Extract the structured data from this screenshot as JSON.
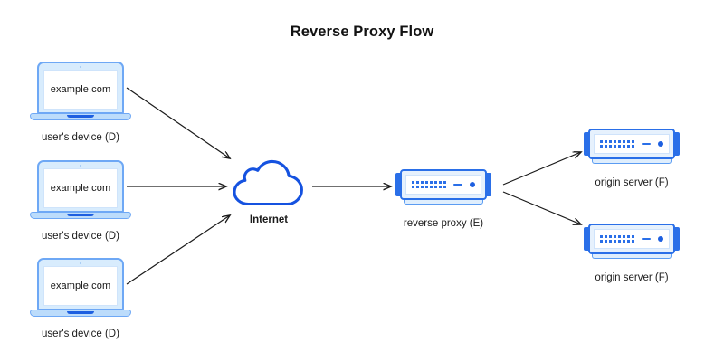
{
  "title": "Reverse Proxy Flow",
  "background": "#ffffff",
  "colors": {
    "accent_blue": "#2a6fe8",
    "deep_blue": "#1d5fe0",
    "light_blue": "#6ea8f5",
    "pale_blue": "#d8ecfd",
    "arrow": "#1a1a1a",
    "text": "#121212"
  },
  "nodes": {
    "clients": [
      {
        "screen_text": "example.com",
        "label": "user's device (D)"
      },
      {
        "screen_text": "example.com",
        "label": "user's device (D)"
      },
      {
        "screen_text": "example.com",
        "label": "user's device (D)"
      }
    ],
    "internet": {
      "label": "Internet",
      "icon": "cloud-icon"
    },
    "proxy": {
      "label": "reverse proxy (E)",
      "icon": "server-icon"
    },
    "origins": [
      {
        "label": "origin server (F)",
        "icon": "server-icon"
      },
      {
        "label": "origin server (F)",
        "icon": "server-icon"
      }
    ]
  },
  "edges": [
    {
      "from": "user's device (D) #1",
      "to": "Internet",
      "style": "arrow"
    },
    {
      "from": "user's device (D) #2",
      "to": "Internet",
      "style": "arrow"
    },
    {
      "from": "user's device (D) #3",
      "to": "Internet",
      "style": "arrow"
    },
    {
      "from": "Internet",
      "to": "reverse proxy (E)",
      "style": "arrow"
    },
    {
      "from": "reverse proxy (E)",
      "to": "origin server (F) #1",
      "style": "arrow"
    },
    {
      "from": "reverse proxy (E)",
      "to": "origin server (F) #2",
      "style": "arrow"
    }
  ]
}
